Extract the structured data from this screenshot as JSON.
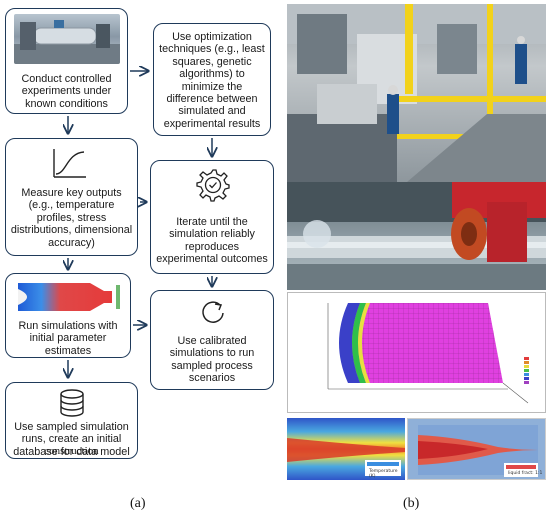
{
  "flow": {
    "step1": "Conduct controlled experiments under known conditions",
    "step2": "Measure key outputs (e.g., temperature profiles, stress distributions, dimensional accuracy)",
    "step3": "Run simulations with initial parameter estimates",
    "step4_line1": "Use sampled simulation runs, create an initial database for data model",
    "step4_line2": "construction",
    "step5": "Use optimization techniques (e.g., least squares, genetic algorithms) to minimize the difference between simulated and experimental results",
    "step6": "Iterate until the simulation reliably reproduces experimental outcomes",
    "step7": "Use calibrated simulations to run sampled process scenarios"
  },
  "labels": {
    "a": "(a)",
    "b": "(b)"
  },
  "figure_b": {
    "contour_left_legend": "Temperature (K)",
    "contour_right_legend": "liquid fract: 1:1"
  },
  "colors": {
    "border": "#1f3a5a",
    "arrow": "#1f3a5a"
  },
  "icons": [
    "photo-icon",
    "sigmoid-curve-icon",
    "simulation-contour-icon",
    "database-icon",
    "gear-check-icon",
    "refresh-icon"
  ]
}
